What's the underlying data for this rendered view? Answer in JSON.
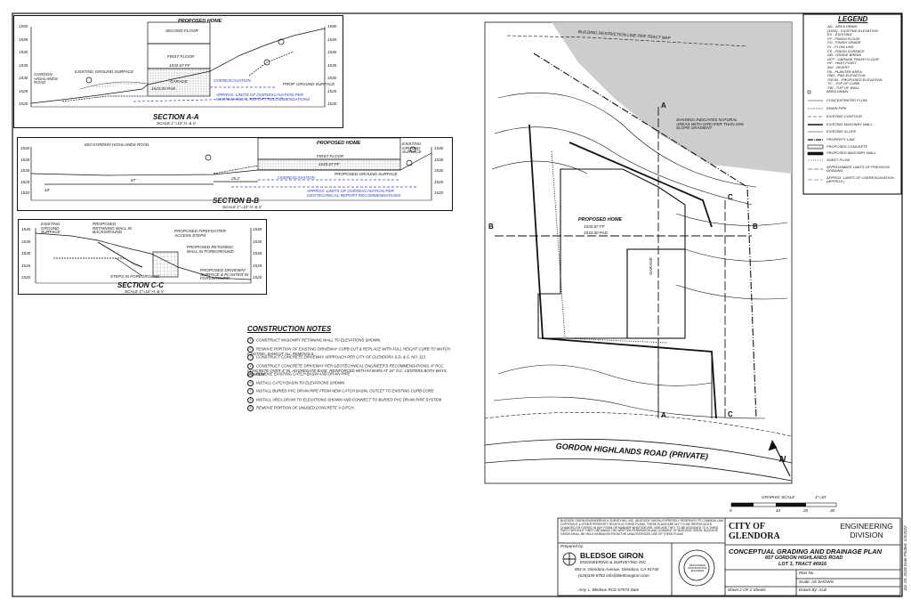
{
  "section_a": {
    "title": "SECTION A-A",
    "scale": "SCALE 1\"=10' H. & V.",
    "labels": {
      "proposed_home": "PROPOSED HOME",
      "second_floor": "SECOND FLOOR",
      "first_floor": "FIRST FLOOR",
      "garage": "GARAGE",
      "road": "GORDON HIGHLANDS ROAD",
      "existing_surface": "EXISTING GROUND SURFACE",
      "overexcavation": "OVEREXCAVATION",
      "approx_limits": "APPROX. LIMITS OF OVEREXCAVATION PER GEOTECHNICAL REPORT RECOMMENDATIONS",
      "prop_surface": "PROP. GROUND SURFACE",
      "ff": "1533.67 FF",
      "pad": "1523.00 PAD"
    },
    "elev_left": [
      "1550",
      "1545",
      "1540",
      "1535",
      "1530",
      "1525",
      "1520"
    ],
    "elev_right": [
      "1550",
      "1545",
      "1540",
      "1535",
      "1530",
      "1525",
      "1520"
    ]
  },
  "section_b": {
    "title": "SECTION B-B",
    "scale": "SCALE 1\"=10' H. & V.",
    "labels": {
      "road": "653 GORDON HIGHLANDS ROAD",
      "proposed_home": "PROPOSED HOME",
      "first_floor": "FIRST FLOOR",
      "ff": "1533.67 FF",
      "overexcavation": "OVEREXCAVATION",
      "approx_limits": "APPROX. LIMITS OF OVEREXCAVATION PER GEOTECHNICAL REPORT RECOMMENDATIONS",
      "existing_surface": "EXISTING GROUND SURFACE",
      "prop_surface": "PROPOSED GROUND SURFACE",
      "dim1": "67'",
      "dim2": "25.2'",
      "dim3": "10'"
    },
    "elev_left": [
      "1540",
      "1535",
      "1530",
      "1525",
      "1520"
    ],
    "elev_right": [
      "1540",
      "1535",
      "1530",
      "1525",
      "1520"
    ]
  },
  "section_c": {
    "title": "SECTION C-C",
    "scale": "SCALE 1\"=10' H. & V.",
    "labels": {
      "existing_surface": "EXISTING GROUND SURFACE",
      "retaining_wall_bg": "PROPOSED RETAINING WALL IN BACKGROUND",
      "firefighter_steps": "PROPOSED FIREFIGHTER ACCESS STEPS",
      "retaining_wall_fg": "PROPOSED RETAINING WALL IN FOREGROUND",
      "steps_fg": "STEPS IN FOREGROUND",
      "driveway": "PROPOSED DRIVEWAY SURFACE & PLANTER IN FOREGROUND"
    },
    "elev_left": [
      "1540",
      "1535",
      "1530",
      "1525",
      "1520"
    ],
    "elev_right": [
      "1540",
      "1535",
      "1530",
      "1525",
      "1520"
    ]
  },
  "construction_notes": {
    "title": "CONSTRUCTION NOTES",
    "items": [
      {
        "num": "1",
        "text": "CONSTRUCT MASONRY RETAINING WALL TO ELEVATIONS SHOWN."
      },
      {
        "num": "2",
        "text": "REMOVE PORTION OF EXISTING DRIVEWAY CURB CUT & REPLACE WITH FULL HEIGHT CURB TO MATCH EXISTING. SAWCUT ALL REMOVALS."
      },
      {
        "num": "3",
        "text": "CONSTRUCT CONCRETE DRIVEWAY APPROACH PER CITY OF GLENDORA S.D. & S. NO. 113"
      },
      {
        "num": "4",
        "text": "CONSTRUCT CONCRETE DRIVEWAY PER GEOTECHNICAL ENGINEER'S RECOMMENDATIONS. 4\" PCC CONCRETE OVER 4\" IN. AGGREGATE BASE, REINFORCED WITH #4 BARS AT 16\" O.C. CENTERS BOTH WAYS, MINIMUM."
      },
      {
        "num": "5",
        "text": "REMOVE EXISTING CATCH BASIN AND DRAIN PIPE"
      },
      {
        "num": "6",
        "text": "INSTALL CATCH BASIN TO ELEVATIONS SHOWN"
      },
      {
        "num": "7",
        "text": "INSTALL BURIED PVC DRAIN PIPE FROM NEW CATCH BASIN, OUTLET TO EXISTING CURB CORE"
      },
      {
        "num": "8",
        "text": "INSTALL AREA DRAIN TO ELEVATIONS SHOWN AND CONNECT TO BURIED PVC DRAIN PIPE SYSTEM"
      },
      {
        "num": "9",
        "text": "REMOVE PORTION OF UNUSED CONCRETE V-DITCH."
      }
    ]
  },
  "plan": {
    "building_restriction": "BUILDING RESTRICTION LINE PER TRACT MAP",
    "proposed_home": "PROPOSED HOME",
    "ff": "1533.67 FF",
    "pad": "1533.00 PAD",
    "garage": "GARAGE",
    "road": "GORDON HIGHLANDS ROAD (PRIVATE)",
    "shading_note": "SHADING INDICATES NATURAL AREAS WITH GREATER THAN 25% SLOPE GRADIENT",
    "section_marks": [
      "B",
      "B",
      "C",
      "C",
      "A",
      "A"
    ],
    "north_label": "N",
    "graphic_scale": "GRAPHIC SCALE",
    "scale_ratio": "1\"=10'",
    "scale_ticks": [
      "0",
      "10",
      "20",
      "30"
    ]
  },
  "legend": {
    "title": "LEGEND",
    "abbrevs": [
      "AD - AREA DRAIN",
      "(1530) - EXISTING ELEVATION",
      "EX - EXISTING",
      "FF - FINISH FLOOR",
      "FG - FINISH GRADE",
      "FL - FLOW LINE",
      "FS - FINISH SURFACE",
      "GB - GRADE BREAK",
      "GFF - GARAGE FINISH FLOOR",
      "HP - HIGH POINT",
      "INV - INVERT",
      "PA - PLANTER AREA",
      "PAD - PAD ELEVATION",
      "700.00 - PROPOSED ELEVATION",
      "TC - TOP OF CURB",
      "TW - TOP OF WALL"
    ],
    "symbols": [
      "AREA DRAIN",
      "CONCENTRATED FLOW",
      "DRAIN PIPE",
      "EXISTING CONTOUR",
      "EXISTING MASONRY WALL",
      "EXISTING SLOPE",
      "PROPERTY LINE",
      "PROPOSED CONCRETE",
      "PROPOSED MASONRY WALL",
      "SHEET FLOW",
      "APPROXIMATE LIMITS OF PREVIOUS GRADING",
      "APPROX. LIMITS OF OVEREXCAVATION (APPROX.)"
    ]
  },
  "title_block": {
    "disclaimer": "BLEDSOE GIRON ENGINEERING & SURVEYING, INC. (BLEDSOE GIRON) EXPRESSLY RESERVES ITS COMMON LAW COPYRIGHT & OTHER PROPERTY RIGHTS IN THESE PLANS. THESE PLANS ARE NOT TO BE REPRODUCED, CHANGED OR COPIED IN ANY FORM OR MANNER WHATSOEVER, NOR ARE THEY TO BE ASSIGNED TO A THIRD PARTY WITHOUT FIRST OBTAINING THE WRITTEN PERMISSION AND CONSENT OF BLEDSOE GIRON. BLEDSOE GIRON SHALL BE HELD HARMLESS FROM THE UNAUTHORIZED USE OF THESE PLANS.",
    "prepared_by": "Prepared by:",
    "firm": "BLEDSOE GIRON",
    "firm_sub": "ENGINEERING & SURVEYING INC.",
    "address": "854 S. Glendora Avenue, Glendora, CA 91740",
    "contact": "(626)335-8782   info@bledsoegiron.com",
    "signature": "Amy L. Bledsoe  RCE 67574     Date",
    "city": "CITY OF GLENDORA",
    "division": "ENGINEERING DIVISION",
    "plan_title": "CONCEPTUAL GRADING AND DRAINAGE PLAN",
    "address_line": "657 GORDON HIGHLANDS ROAD",
    "lot_line": "LOT 3, TRACT 46916",
    "plan_no": "Plan No.",
    "scale": "Scale: AS SHOWN",
    "drawn_by": "Drawn By: ALB",
    "sheet": "Sheet 2 OF 2 Sheets",
    "seal": "REGISTERED PROFESSIONAL ENGINEER",
    "side_note": "Jan 19, 2018   Date Plotted: 1/3/2022"
  },
  "colors": {
    "ink": "#111111",
    "shade": "#c8c8c8",
    "blue": "#2a3cc8",
    "red": "#c83a3a"
  }
}
